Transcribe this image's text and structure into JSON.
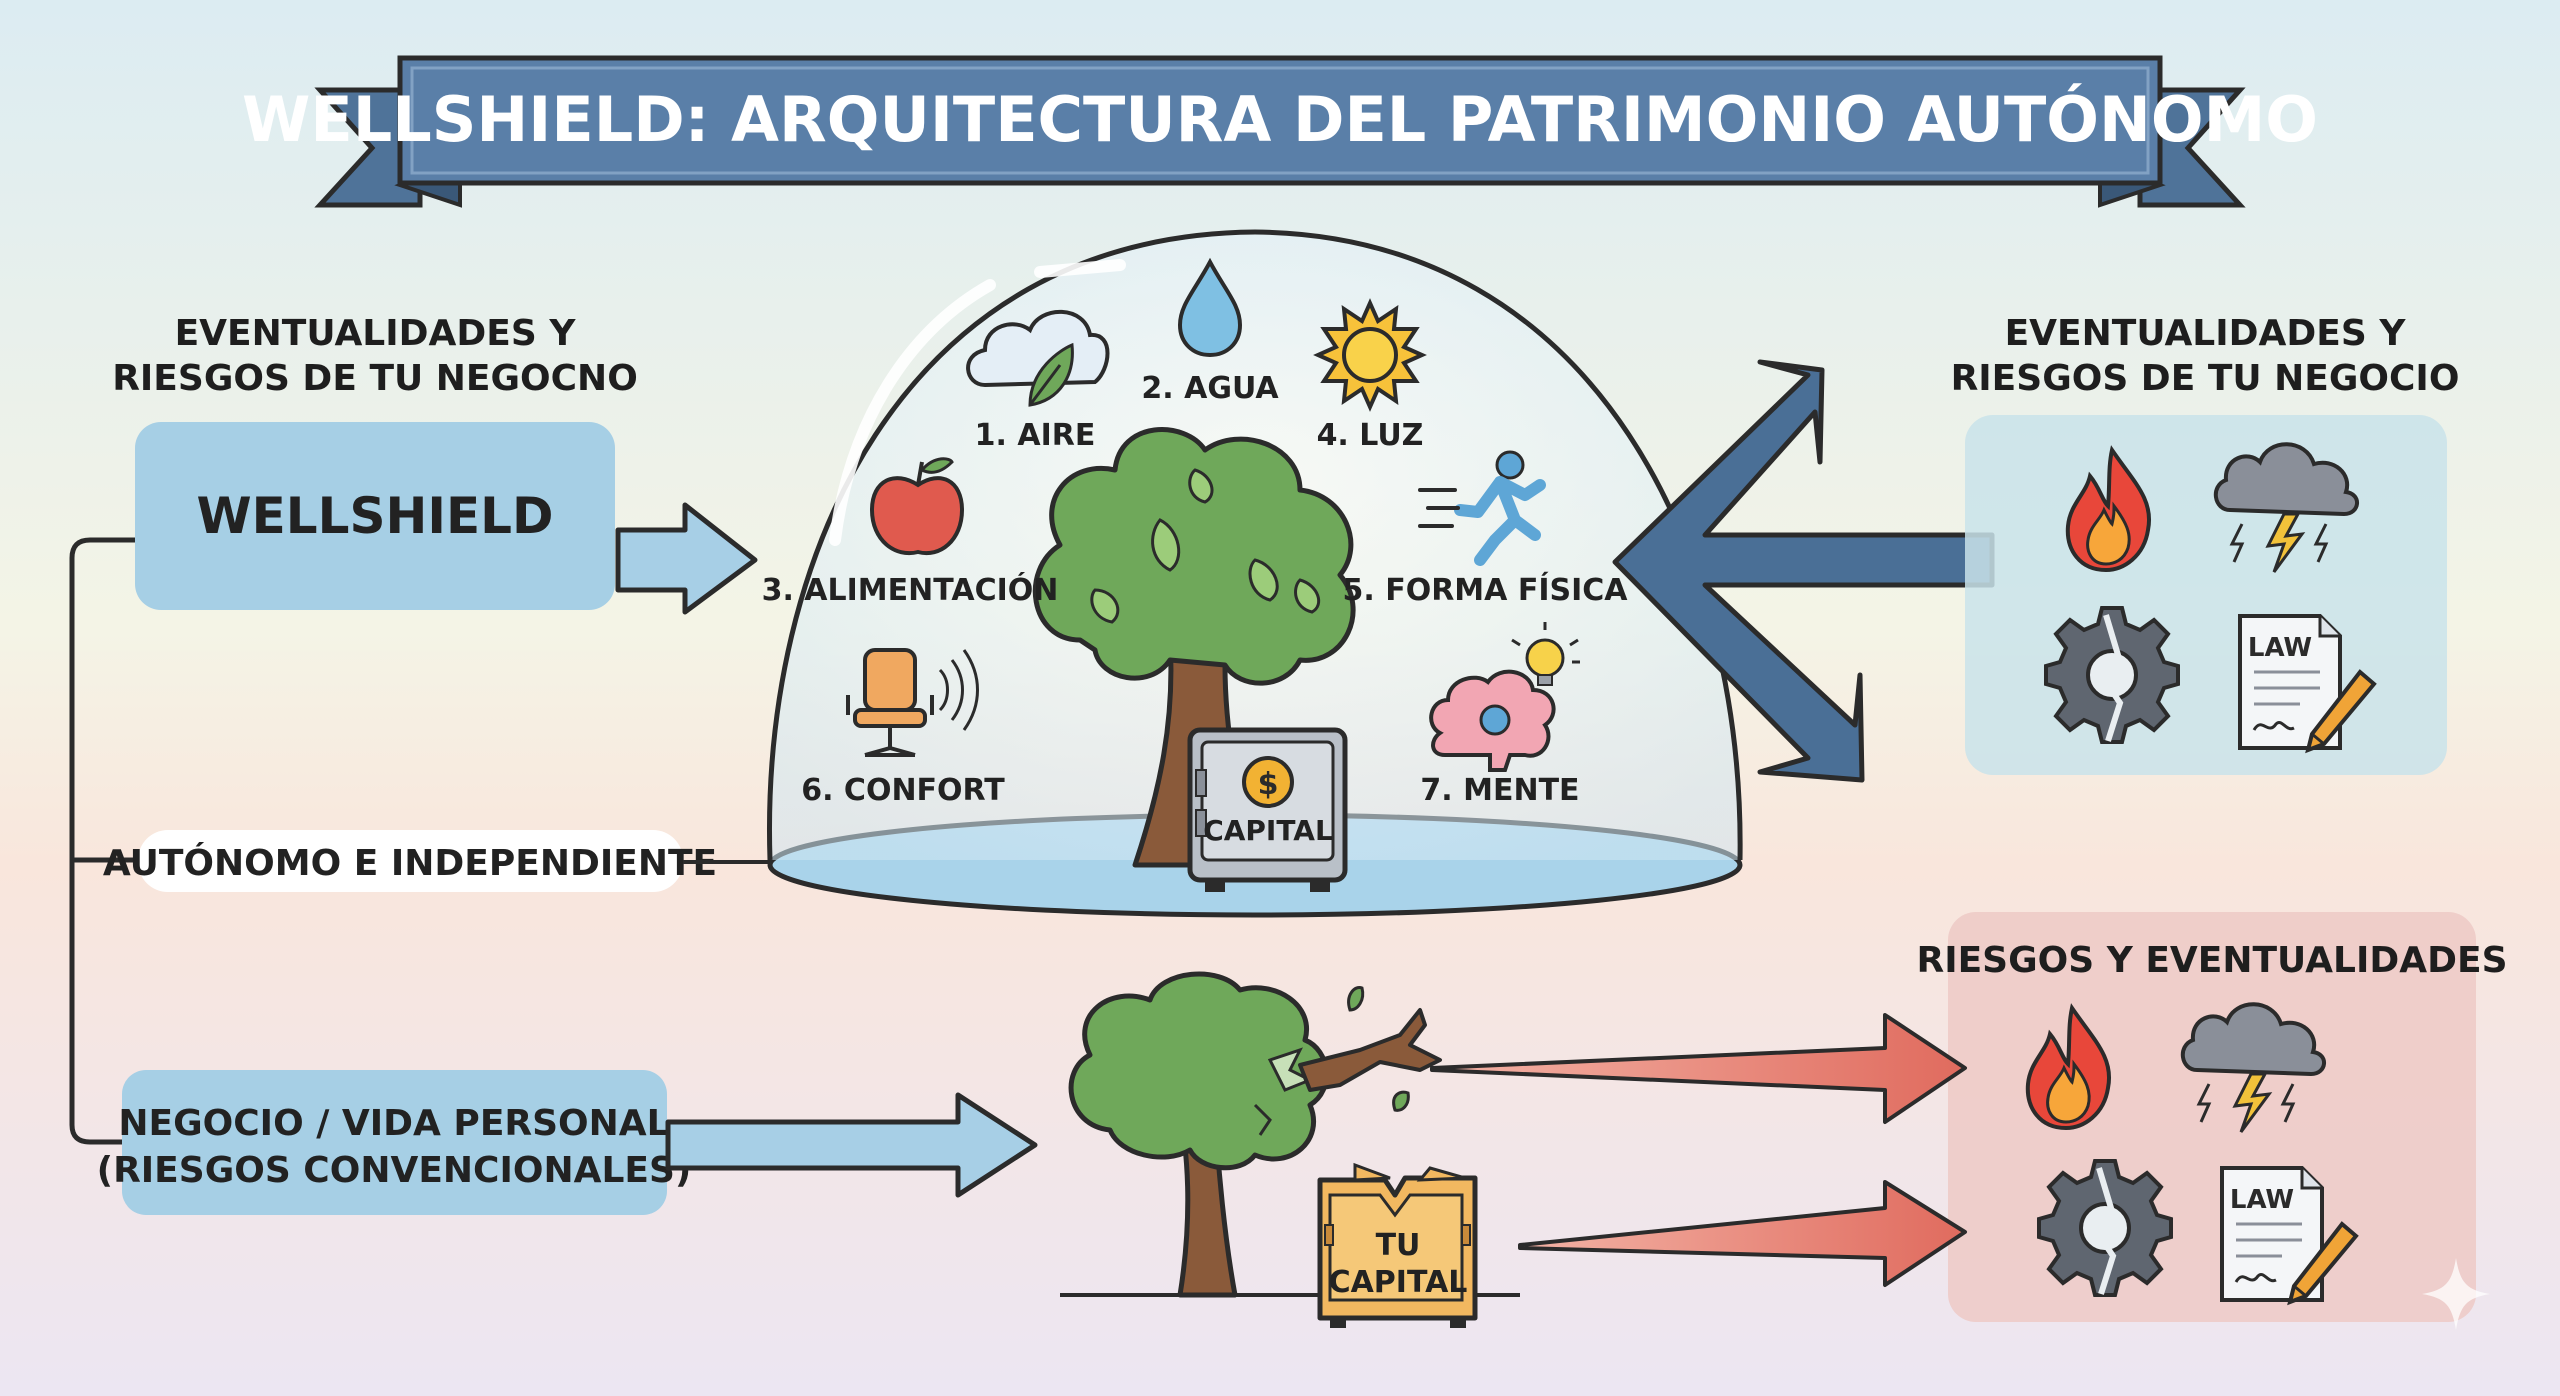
{
  "title": "WELLSHIELD: ARQUITECTURA DEL PATRIMONIO AUTÓNOMO",
  "left": {
    "risks_heading": [
      "EVENTUALIDADES Y",
      "RIESGOS DE TU NEGOCNO"
    ],
    "wellshield_box": "WELLSHIELD",
    "autonomo_label": "AUTÓNOMO E INDEPENDIENTE",
    "conventional_box": [
      "NEGOCIO / VIDA PERSONAL",
      "(RIESGOS CONVENCIONALES)"
    ]
  },
  "dome": {
    "elements": [
      {
        "label": "1. AIRE",
        "icon": "cloud-leaf-icon"
      },
      {
        "label": "2. AGUA",
        "icon": "water-drop-icon"
      },
      {
        "label": "3. ALIMENTACIÓN",
        "icon": "apple-icon"
      },
      {
        "label": "4. LUZ",
        "icon": "sun-icon"
      },
      {
        "label": "5. FORMA FÍSICA",
        "icon": "running-person-icon"
      },
      {
        "label": "6. CONFORT",
        "icon": "office-chair-icon"
      },
      {
        "label": "7. MENTE",
        "icon": "brain-lightbulb-icon"
      }
    ],
    "safe_label": "CAPITAL",
    "safe_symbol": "$"
  },
  "right_top": {
    "heading": [
      "EVENTUALIDADES Y",
      "RIESGOS DE TU NEGOCIO"
    ],
    "law_text": "LAW",
    "icons": [
      "fire-icon",
      "storm-cloud-icon",
      "broken-gear-icon",
      "law-document-icon"
    ]
  },
  "right_bottom": {
    "heading": "RIESGOS Y EVENTUALIDADES",
    "law_text": "LAW",
    "icons": [
      "fire-icon",
      "storm-cloud-icon",
      "broken-gear-icon",
      "law-document-icon"
    ]
  },
  "broken": {
    "box_label": [
      "TU",
      "CAPITAL"
    ]
  },
  "colors": {
    "banner": "#5a7fa8",
    "dome_water": "#a9d3ea",
    "shield_arrow": "#4a6f96",
    "risk_arrow": "#e0776a",
    "light_arrow": "#a7cfe6",
    "tree_green": "#6fa85a",
    "trunk": "#8a5a3a"
  }
}
